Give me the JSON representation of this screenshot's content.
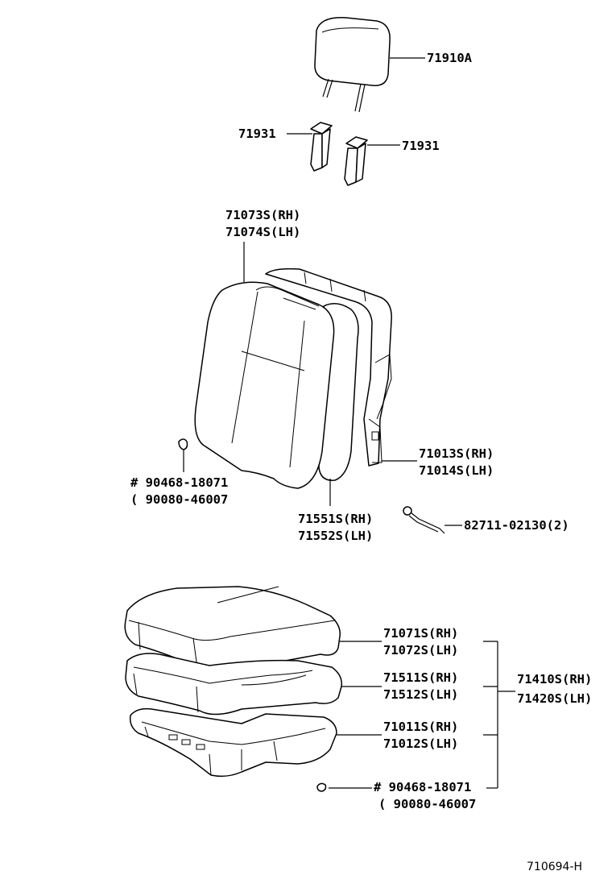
{
  "parts": {
    "headrest": "71910A",
    "headrest_support_left": "71931",
    "headrest_support_right": "71931",
    "back_cover_rh": "71073S(RH)",
    "back_cover_lh": "71074S(LH)",
    "back_frame_rh": "71013S(RH)",
    "back_frame_lh": "71014S(LH)",
    "back_pad_rh": "71551S(RH)",
    "back_pad_lh": "71552S(LH)",
    "clip_upper_part": "# 90468-18071",
    "clip_upper_alt": "( 90080-46007",
    "hog_ring": "82711-02130(2)",
    "cushion_cover_rh": "71071S(RH)",
    "cushion_cover_lh": "71072S(LH)",
    "cushion_pad_rh": "71511S(RH)",
    "cushion_pad_lh": "71512S(LH)",
    "cushion_frame_rh": "71011S(RH)",
    "cushion_frame_lh": "71012S(LH)",
    "cushion_assy_rh": "71410S(RH)",
    "cushion_assy_lh": "71420S(LH)",
    "clip_lower_part": "# 90468-18071",
    "clip_lower_alt": "( 90080-46007"
  },
  "figure_ref": "710694-H"
}
